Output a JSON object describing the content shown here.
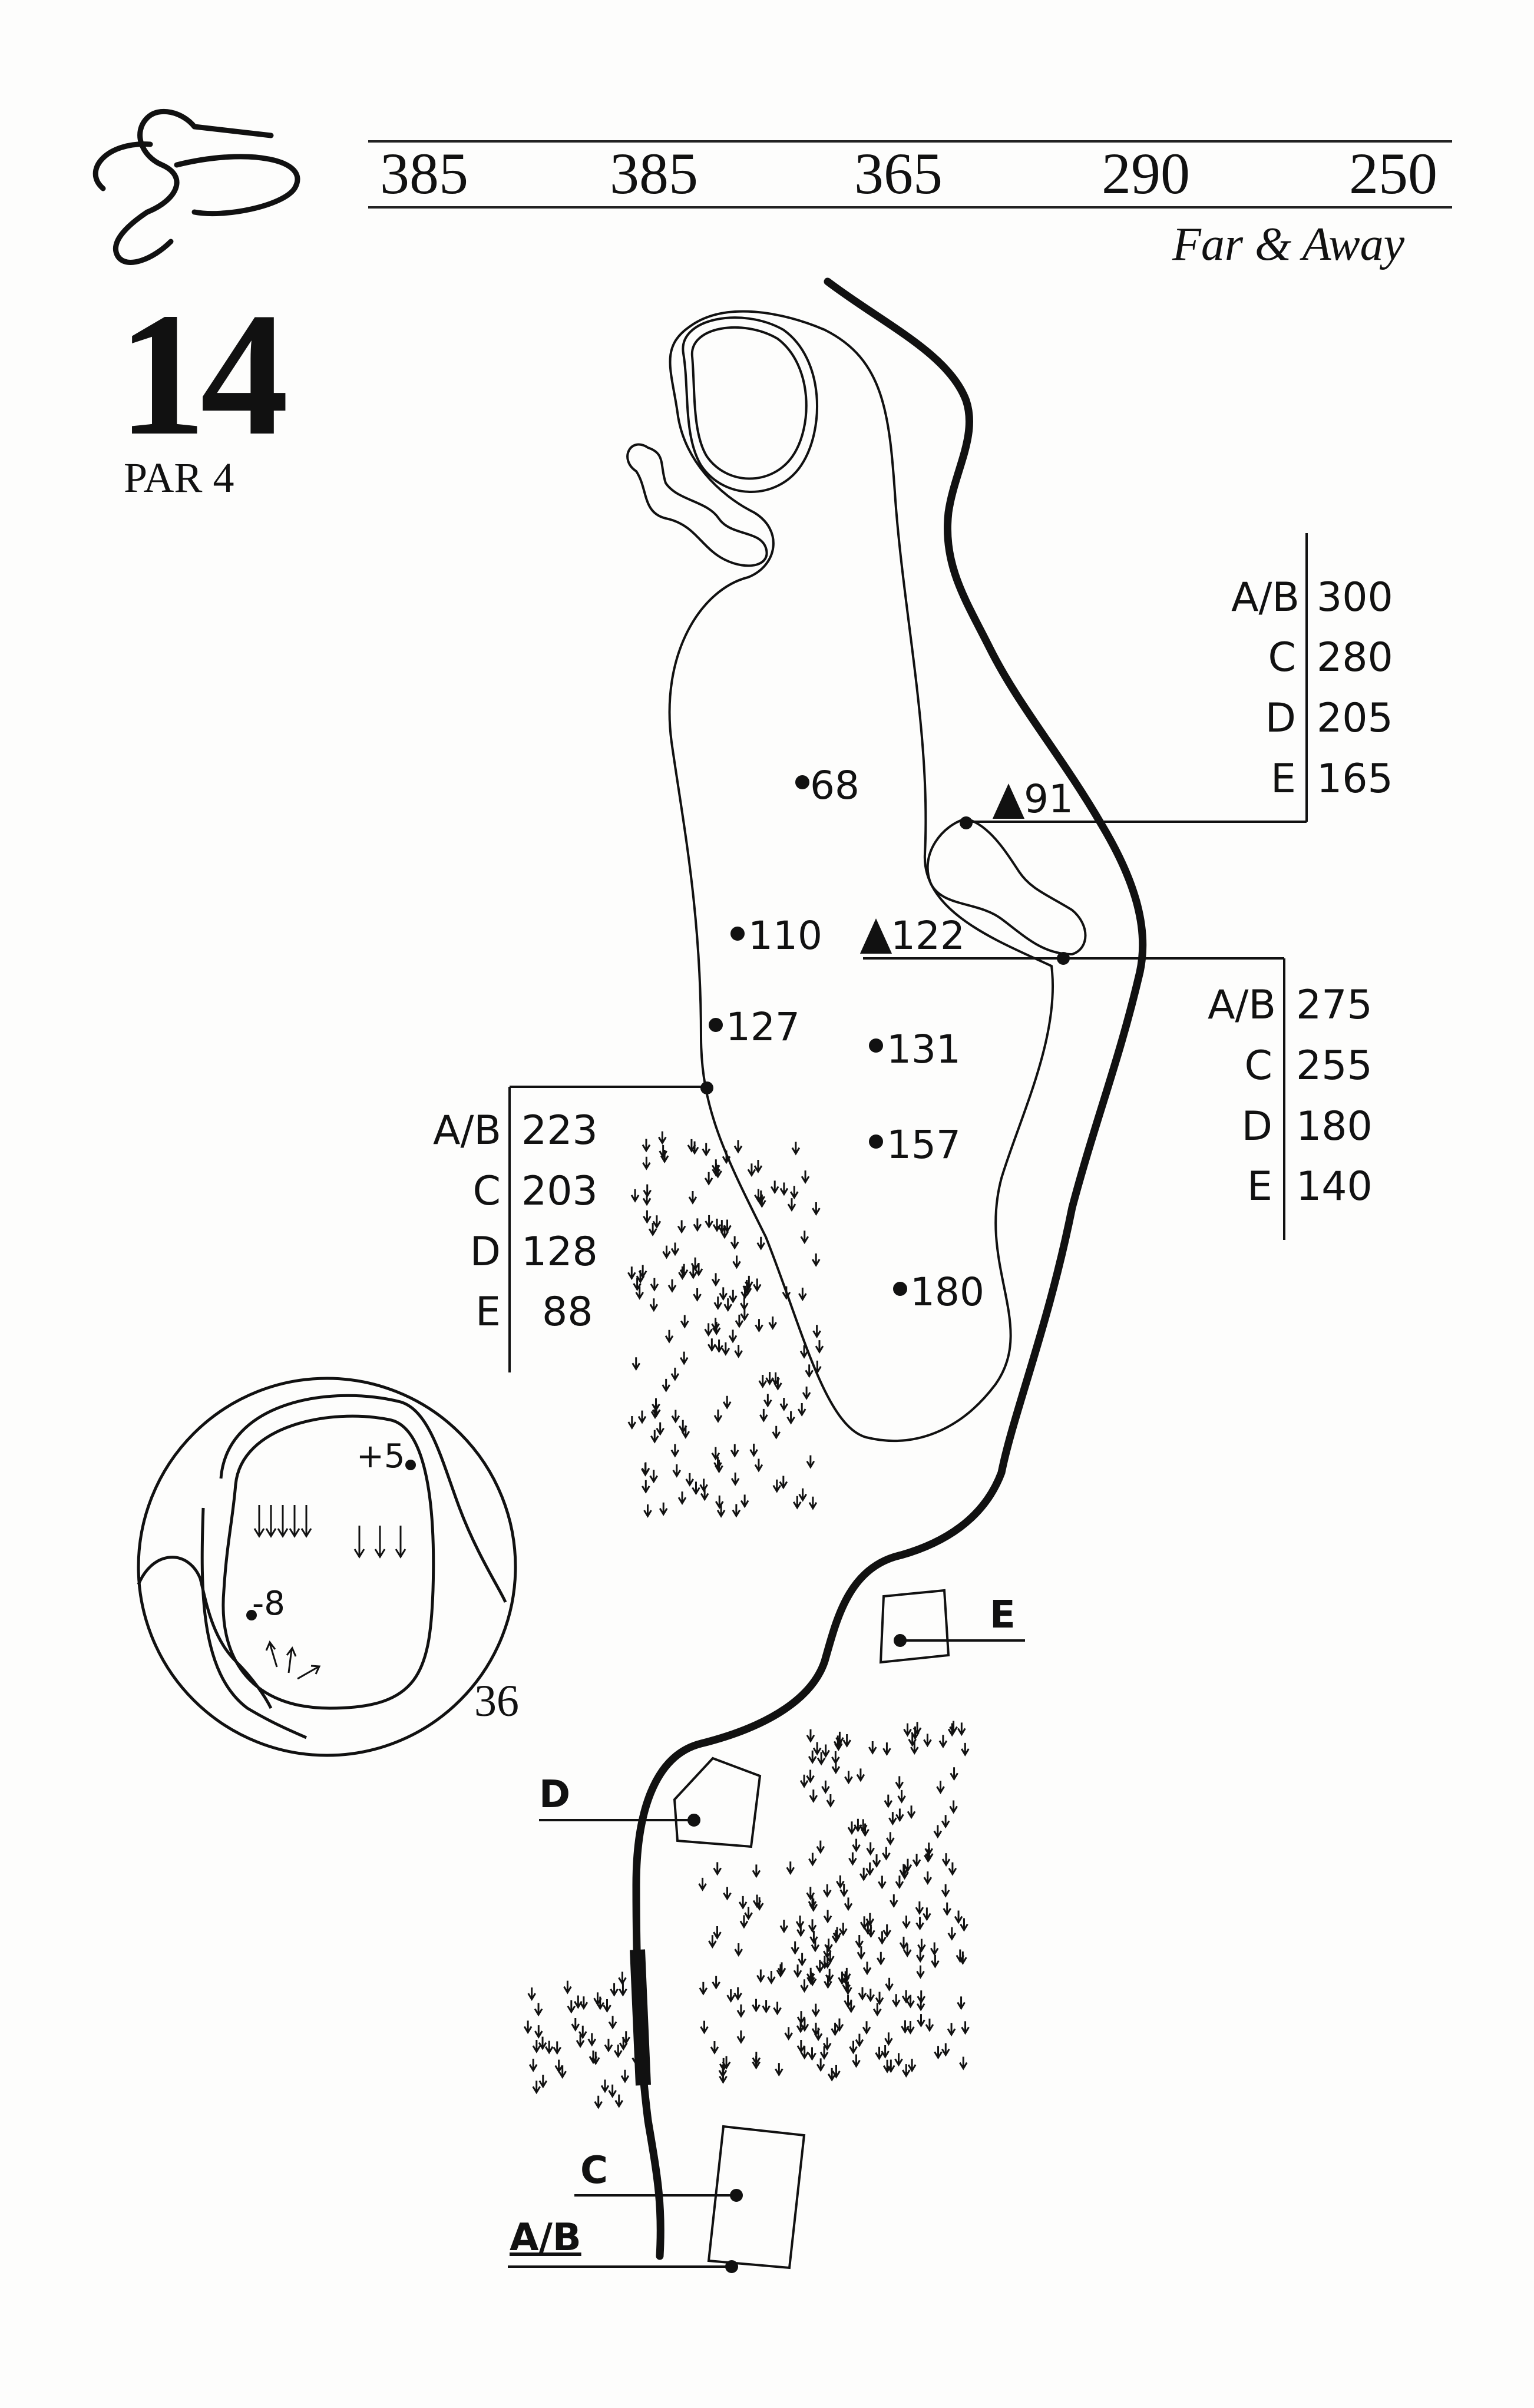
{
  "hole": {
    "number": "14",
    "par_label": "PAR 4"
  },
  "header": {
    "yardages": [
      "385",
      "385",
      "365",
      "290",
      "250"
    ],
    "script_caption": "Far & Away"
  },
  "markers": {
    "upper_right": [
      {
        "tee": "A/B",
        "yards": "300"
      },
      {
        "tee": "C",
        "yards": "280"
      },
      {
        "tee": "D",
        "yards": "205"
      },
      {
        "tee": "E",
        "yards": "165"
      }
    ],
    "mid_right": [
      {
        "tee": "A/B",
        "yards": "275"
      },
      {
        "tee": "C",
        "yards": "255"
      },
      {
        "tee": "D",
        "yards": "180"
      },
      {
        "tee": "E",
        "yards": "140"
      }
    ],
    "left": [
      {
        "tee": "A/B",
        "yards": "223"
      },
      {
        "tee": "C",
        "yards": "203"
      },
      {
        "tee": "D",
        "yards": "128"
      },
      {
        "tee": "E",
        "yards": "88"
      }
    ]
  },
  "fairway_points": [
    "68",
    "91",
    "110",
    "122",
    "127",
    "131",
    "157",
    "180"
  ],
  "green_inset": {
    "depth": "36",
    "front_label": "-8",
    "back_label": "+5"
  },
  "tees": [
    "A/B",
    "C",
    "D",
    "E"
  ],
  "colors": {
    "ink": "#111111",
    "paper": "#fdfdfc"
  }
}
